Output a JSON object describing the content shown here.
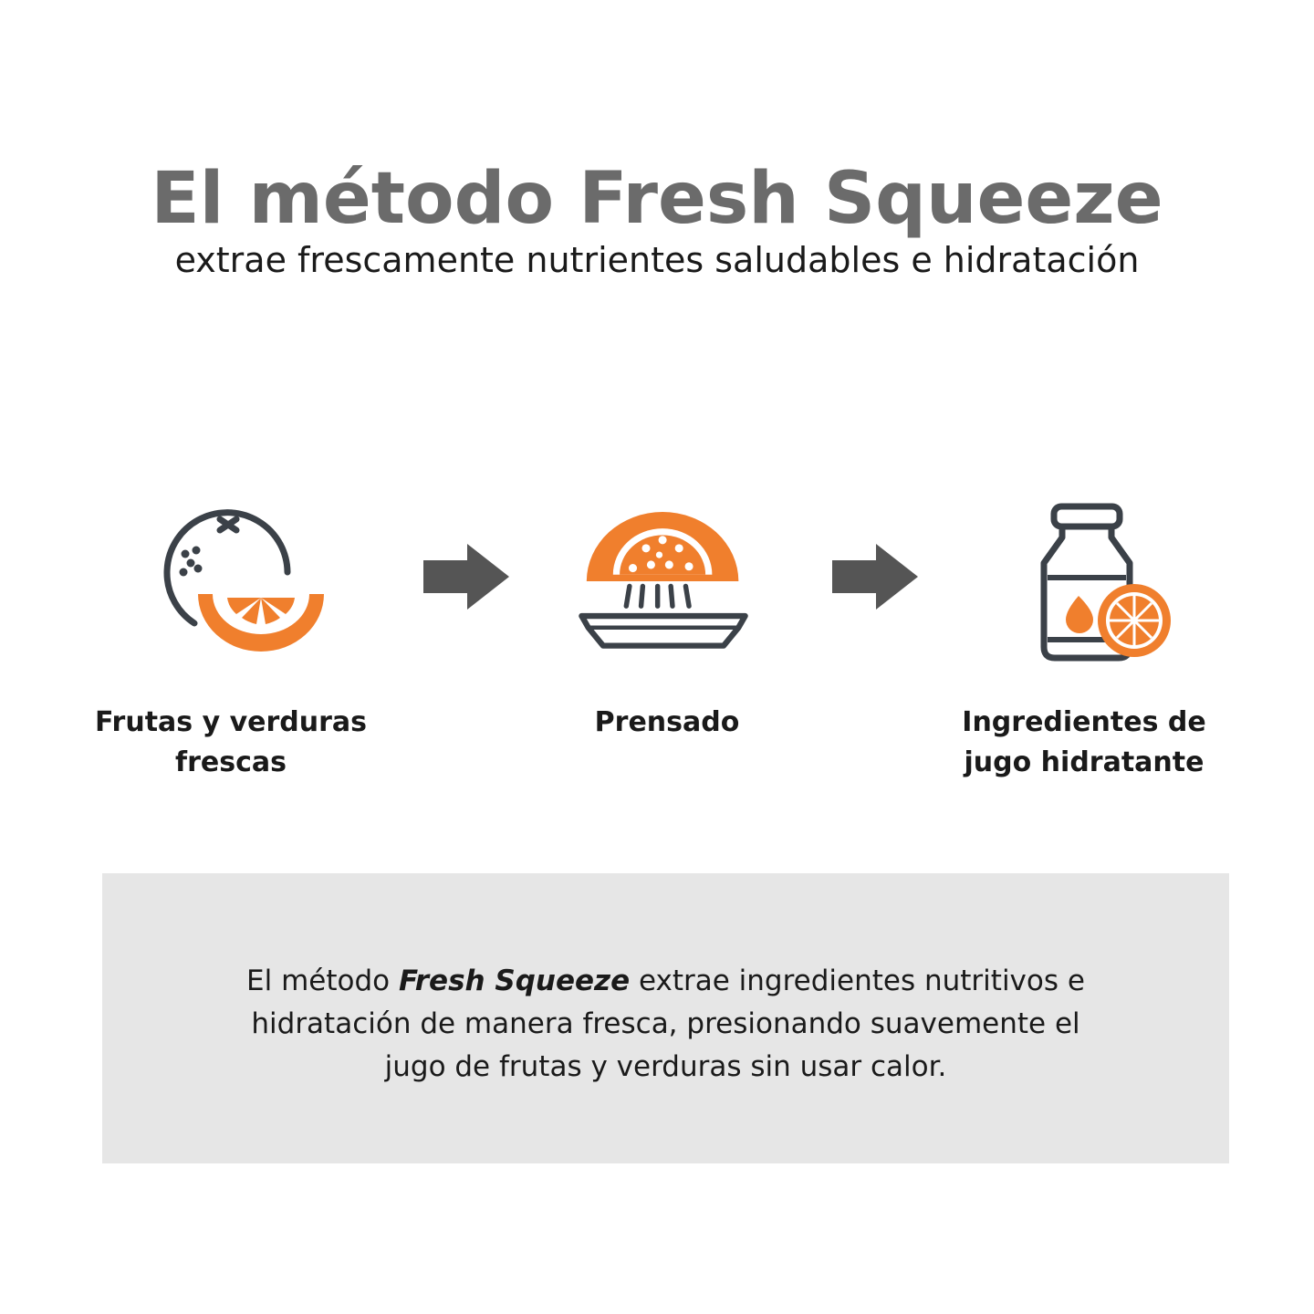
{
  "header": {
    "title": "El método Fresh Squeeze",
    "subtitle": "extrae frescamente nutrientes saludables e hidratación"
  },
  "steps": [
    {
      "label_line1": "Frutas y verduras",
      "label_line2": "frescas",
      "icon": "orange-fruit-icon"
    },
    {
      "label_line1": "Prensado",
      "label_line2": "",
      "icon": "juicer-press-icon"
    },
    {
      "label_line1": "Ingredientes de",
      "label_line2": "jugo hidratante",
      "icon": "juice-bottle-icon"
    }
  ],
  "arrows": [
    {
      "icon": "right-arrow-icon"
    },
    {
      "icon": "right-arrow-icon"
    }
  ],
  "description": {
    "line1_prefix": "El método ",
    "line1_emphasis": "Fresh Squeeze",
    "line1_suffix": " extrae ingredientes nutritivos e",
    "line2": "hidratación de manera fresca, presionando suavemente el",
    "line3": "jugo de frutas y verduras sin usar calor."
  },
  "colors": {
    "accent_orange": "#f07f2d",
    "icon_dark": "#3b4148",
    "arrow_gray": "#555555",
    "title_gray": "#6b6b6b",
    "box_gray": "#e6e6e6"
  }
}
